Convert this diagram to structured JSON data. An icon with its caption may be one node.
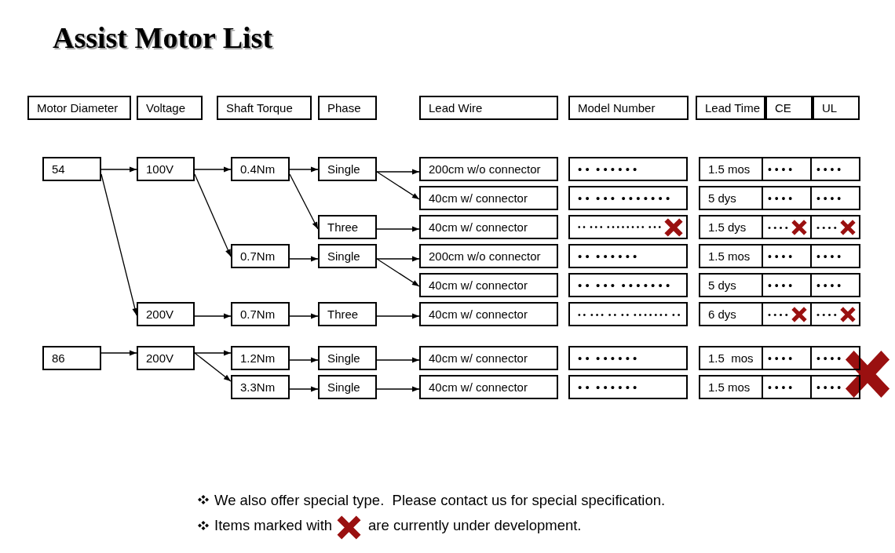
{
  "diagram": {
    "title": "Assist Motor List",
    "nodes": [
      {
        "text": [
          "Motor Diameter"
        ]
      },
      {
        "text": [
          "Voltage"
        ]
      },
      {
        "text": [
          "Shaft Torque"
        ]
      },
      {
        "text": [
          "Phase"
        ]
      },
      {
        "text": [
          "Lead Wire"
        ]
      },
      {
        "text": [
          "Model Number"
        ]
      },
      {
        "text": [
          "Lead Time"
        ]
      },
      {
        "text": [
          "CE"
        ]
      },
      {
        "text": [
          "UL"
        ]
      },
      {
        "text": [
          "54"
        ]
      },
      {
        "text": [
          "100V"
        ]
      },
      {
        "text": [
          "0.4Nm"
        ]
      },
      {
        "text": [
          "Single"
        ]
      },
      {
        "text": [
          "200cm w/o connector"
        ]
      },
      {
        "text": [
          "• •  • • • • • •"
        ]
      },
      {
        "text": [
          "1.5 mos"
        ]
      },
      {
        "text": [
          "• • • •"
        ]
      },
      {
        "text": [
          "• • • •"
        ]
      },
      {
        "text": [
          "40cm w/ connector"
        ]
      },
      {
        "text": [
          "• •  • • •  • • • • • • •"
        ]
      },
      {
        "text": [
          "5 dys"
        ]
      },
      {
        "text": [
          "• • • •"
        ]
      },
      {
        "text": [
          "• • • •"
        ]
      },
      {
        "text": [
          "Three"
        ]
      },
      {
        "text": [
          "40cm w/ connector"
        ]
      },
      {
        "text": [
          "• •  • • •  • • • • • • • •  • • •"
        ]
      },
      {
        "text": [
          "1.5 dys"
        ]
      },
      {
        "text": [
          "• • • •"
        ]
      },
      {
        "text": [
          "• • • •"
        ]
      },
      {
        "text": [
          "0.7Nm"
        ]
      },
      {
        "text": [
          "Single"
        ]
      },
      {
        "text": [
          "200cm w/o connector"
        ]
      },
      {
        "text": [
          "• •  • • • • • •"
        ]
      },
      {
        "text": [
          "1.5 mos"
        ]
      },
      {
        "text": [
          "• • • •"
        ]
      },
      {
        "text": [
          "• • • •"
        ]
      },
      {
        "text": [
          "40cm w/ connector"
        ]
      },
      {
        "text": [
          "• •  • • •  • • • • • • •"
        ]
      },
      {
        "text": [
          "5 dys"
        ]
      },
      {
        "text": [
          "• • • •"
        ]
      },
      {
        "text": [
          "• • • •"
        ]
      },
      {
        "text": [
          "200V"
        ]
      },
      {
        "text": [
          "0.7Nm"
        ]
      },
      {
        "text": [
          "Three"
        ]
      },
      {
        "text": [
          "40cm w/ connector"
        ]
      },
      {
        "text": [
          "• •  • • •  • •  • •  • • • • • • •  • •"
        ]
      },
      {
        "text": [
          "6 dys"
        ]
      },
      {
        "text": [
          "• • • •"
        ]
      },
      {
        "text": [
          "• • • •"
        ]
      },
      {
        "text": [
          "86"
        ]
      },
      {
        "text": [
          "200V"
        ]
      },
      {
        "text": [
          "1.2Nm"
        ]
      },
      {
        "text": [
          "Single"
        ]
      },
      {
        "text": [
          "40cm w/ connector"
        ]
      },
      {
        "text": [
          "• •  • • • • • •"
        ]
      },
      {
        "text": [
          "1.5  mos"
        ]
      },
      {
        "text": [
          "• • • •"
        ]
      },
      {
        "text": [
          "• • • •"
        ]
      },
      {
        "text": [
          "3.3Nm"
        ]
      },
      {
        "text": [
          "Single"
        ]
      },
      {
        "text": [
          "40cm w/ connector"
        ]
      },
      {
        "text": [
          "• •  • • • • • •"
        ]
      },
      {
        "text": [
          "1.5 mos"
        ]
      },
      {
        "text": [
          "• • • •"
        ]
      },
      {
        "text": [
          "• • • •"
        ]
      }
    ],
    "edges": [
      {
        "from": 9,
        "to": 10,
        "arrow": "to"
      },
      {
        "from": 9,
        "to": 41,
        "arrow": "to"
      },
      {
        "from": 10,
        "to": 11,
        "arrow": "to"
      },
      {
        "from": 10,
        "to": 29,
        "arrow": "to"
      },
      {
        "from": 11,
        "to": 12,
        "arrow": "to"
      },
      {
        "from": 11,
        "to": 23,
        "arrow": "to"
      },
      {
        "from": 12,
        "to": 13,
        "arrow": "to"
      },
      {
        "from": 12,
        "to": 18,
        "arrow": "to"
      },
      {
        "from": 23,
        "to": 24,
        "arrow": "to"
      },
      {
        "from": 29,
        "to": 30,
        "arrow": "to"
      },
      {
        "from": 30,
        "to": 31,
        "arrow": "to"
      },
      {
        "from": 30,
        "to": 36,
        "arrow": "to"
      },
      {
        "from": 41,
        "to": 42,
        "arrow": "to"
      },
      {
        "from": 42,
        "to": 43,
        "arrow": "to"
      },
      {
        "from": 43,
        "to": 44,
        "arrow": "to"
      },
      {
        "from": 49,
        "to": 50,
        "arrow": "to"
      },
      {
        "from": 50,
        "to": 51,
        "arrow": "to"
      },
      {
        "from": 50,
        "to": 58,
        "arrow": "to"
      },
      {
        "from": 51,
        "to": 52,
        "arrow": "to"
      },
      {
        "from": 52,
        "to": 53,
        "arrow": "to"
      },
      {
        "from": 58,
        "to": 59,
        "arrow": "to"
      },
      {
        "from": 59,
        "to": 60,
        "arrow": "to"
      }
    ],
    "labels": [
      "We also offer special type.  Please contact us for special specification.",
      "Items marked with",
      "are currently under development."
    ]
  }
}
